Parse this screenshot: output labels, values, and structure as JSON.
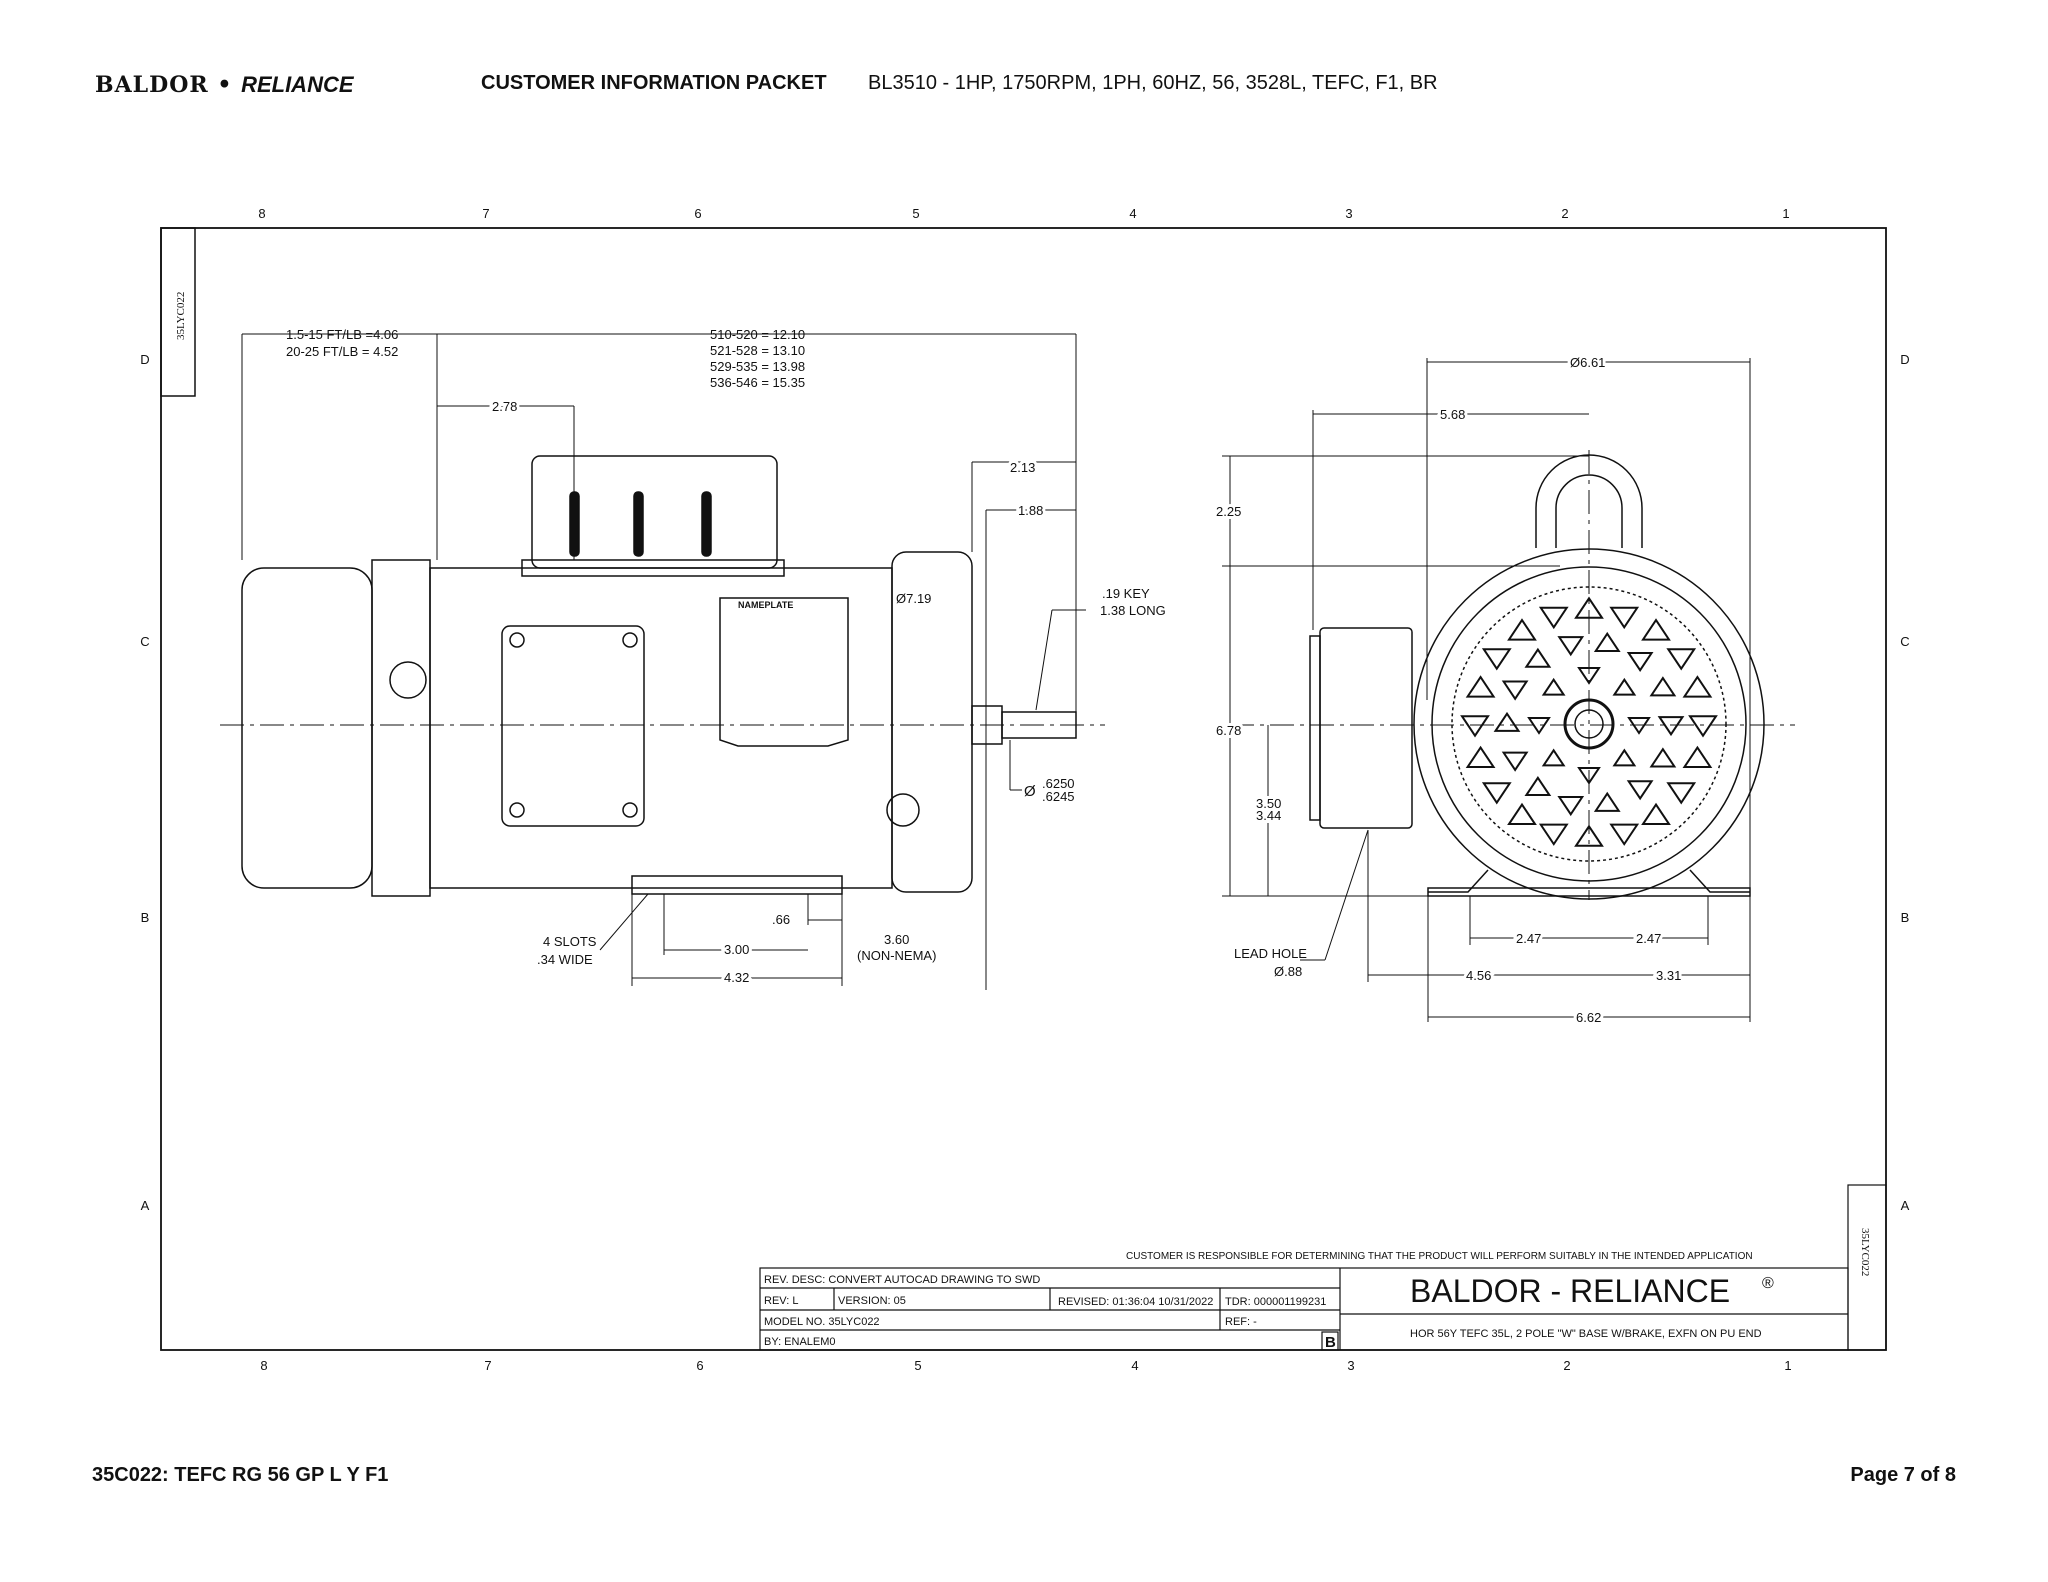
{
  "header": {
    "logo_left": "BALDOR",
    "logo_right": "RELIANCE",
    "packet_title": "CUSTOMER INFORMATION PACKET",
    "product_desc": "BL3510 - 1HP, 1750RPM, 1PH, 60HZ, 56, 3528L, TEFC, F1, BR"
  },
  "drawing": {
    "columns": [
      "8",
      "7",
      "6",
      "5",
      "4",
      "3",
      "2",
      "1"
    ],
    "rows": [
      "D",
      "C",
      "B",
      "A"
    ],
    "side_tag": "35LYC022",
    "dims": {
      "d1a": "1.5-15 FT/LB =4.06",
      "d1b": "20-25 FT/LB = 4.52",
      "d2a": "510-520 = 12.10",
      "d2b": "521-528 = 13.10",
      "d2c": "529-535 = 13.98",
      "d2d": "536-546 = 15.35",
      "d278": "2.78",
      "d213": "2.13",
      "d188": "1.88",
      "key_a": ".19 KEY",
      "key_b": "1.38 LONG",
      "dia719": "Ø7.19",
      "shaft_a": ".6250",
      "shaft_b": ".6245",
      "shaft_sym": "Ø",
      "slots_a": "4 SLOTS",
      "slots_b": ".34 WIDE",
      "d066": ".66",
      "d300": "3.00",
      "d432": "4.32",
      "d360a": "3.60",
      "d360b": "(NON-NEMA)",
      "nameplate": "NAMEPLATE",
      "dia661": "Ø6.61",
      "d568": "5.68",
      "d225": "2.25",
      "d678": "6.78",
      "d350": "3.50",
      "d344": "3.44",
      "lead_a": "LEAD HOLE",
      "lead_b": "Ø.88",
      "d247a": "2.47",
      "d247b": "2.47",
      "d456": "4.56",
      "d331": "3.31",
      "d662": "6.62"
    },
    "title_block": {
      "note": "CUSTOMER IS RESPONSIBLE FOR DETERMINING THAT THE PRODUCT WILL PERFORM SUITABLY IN THE INTENDED APPLICATION",
      "rev_desc": "REV. DESC: CONVERT AUTOCAD DRAWING TO SWD",
      "rev": "REV:  L",
      "version": "VERSION:  05",
      "revised": "REVISED:  01:36:04 10/31/2022",
      "tdr": "TDR:  000001199231",
      "model": "MODEL NO.  35LYC022",
      "ref": "REF:  -",
      "by": "BY: ENALEM0",
      "size": "B",
      "brand": "BALDOR - RELIANCE",
      "reg": "®",
      "description": "HOR 56Y TEFC 35L, 2 POLE \"W\" BASE W/BRAKE, EXFN ON PU END"
    }
  },
  "footer": {
    "left": "35C022: TEFC RG 56 GP L Y F1",
    "right": "Page 7 of 8"
  }
}
